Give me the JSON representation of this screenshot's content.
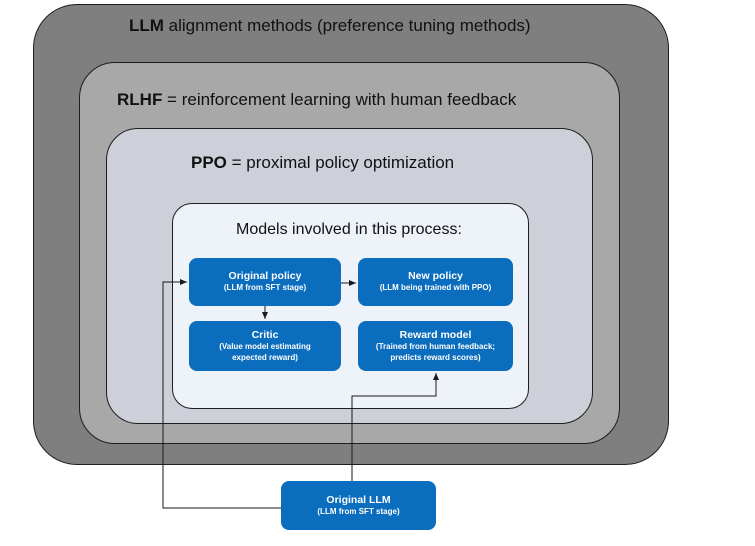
{
  "layers": {
    "llm": {
      "bold": "LLM",
      "rest": " alignment methods (preference tuning methods)",
      "color": "#7f7f7f"
    },
    "rlhf": {
      "bold": "RLHF",
      "rest": " = reinforcement learning with human feedback",
      "color": "#a8a8a8"
    },
    "ppo": {
      "bold": "PPO",
      "rest": " = proximal policy optimization",
      "color": "#cdd0d8"
    },
    "models": {
      "title": "Models involved in this process:",
      "color": "#eef3fa"
    }
  },
  "nodes": {
    "original_policy": {
      "title": "Original policy",
      "subtitle": "(LLM from SFT stage)"
    },
    "new_policy": {
      "title": "New policy",
      "subtitle": "(LLM being trained with PPO)"
    },
    "critic": {
      "title": "Critic",
      "subtitle": "(Value model estimating expected reward)"
    },
    "reward_model": {
      "title": "Reward model",
      "subtitle": "(Trained from human feedback; predicts reward scores)"
    },
    "original_llm": {
      "title": "Original LLM",
      "subtitle": "(LLM from SFT stage)"
    }
  },
  "colors": {
    "node": "#0a6dbd",
    "arrow": "#1a1a1a"
  },
  "edges": [
    {
      "from": "original_policy",
      "to": "new_policy"
    },
    {
      "from": "original_policy",
      "to": "critic"
    },
    {
      "from": "original_llm",
      "to": "original_policy"
    },
    {
      "from": "original_llm",
      "to": "reward_model"
    }
  ]
}
